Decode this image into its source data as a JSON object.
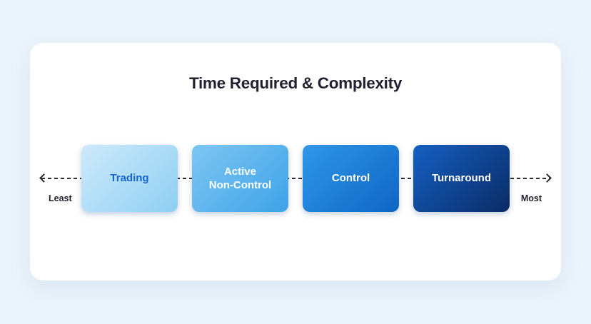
{
  "title": "Time Required & Complexity",
  "axis": {
    "left_label": "Least",
    "right_label": "Most",
    "line_color": "#2b2b33"
  },
  "stages": [
    {
      "label": "Trading",
      "gradient_from": "#cdeafb",
      "gradient_to": "#8fcff3",
      "label_color": "#1565cf"
    },
    {
      "label": "Active\nNon-Control",
      "gradient_from": "#7ec6f3",
      "gradient_to": "#3ea3e7",
      "label_color": "#ffffff"
    },
    {
      "label": "Control",
      "gradient_from": "#2f97e9",
      "gradient_to": "#0f66c4",
      "label_color": "#ffffff"
    },
    {
      "label": "Turnaround",
      "gradient_from": "#1560c4",
      "gradient_to": "#0a2b64",
      "label_color": "#ffffff"
    }
  ],
  "colors": {
    "page_background": "#ebf4fb",
    "card_background": "#ffffff",
    "title_color": "#232030"
  }
}
